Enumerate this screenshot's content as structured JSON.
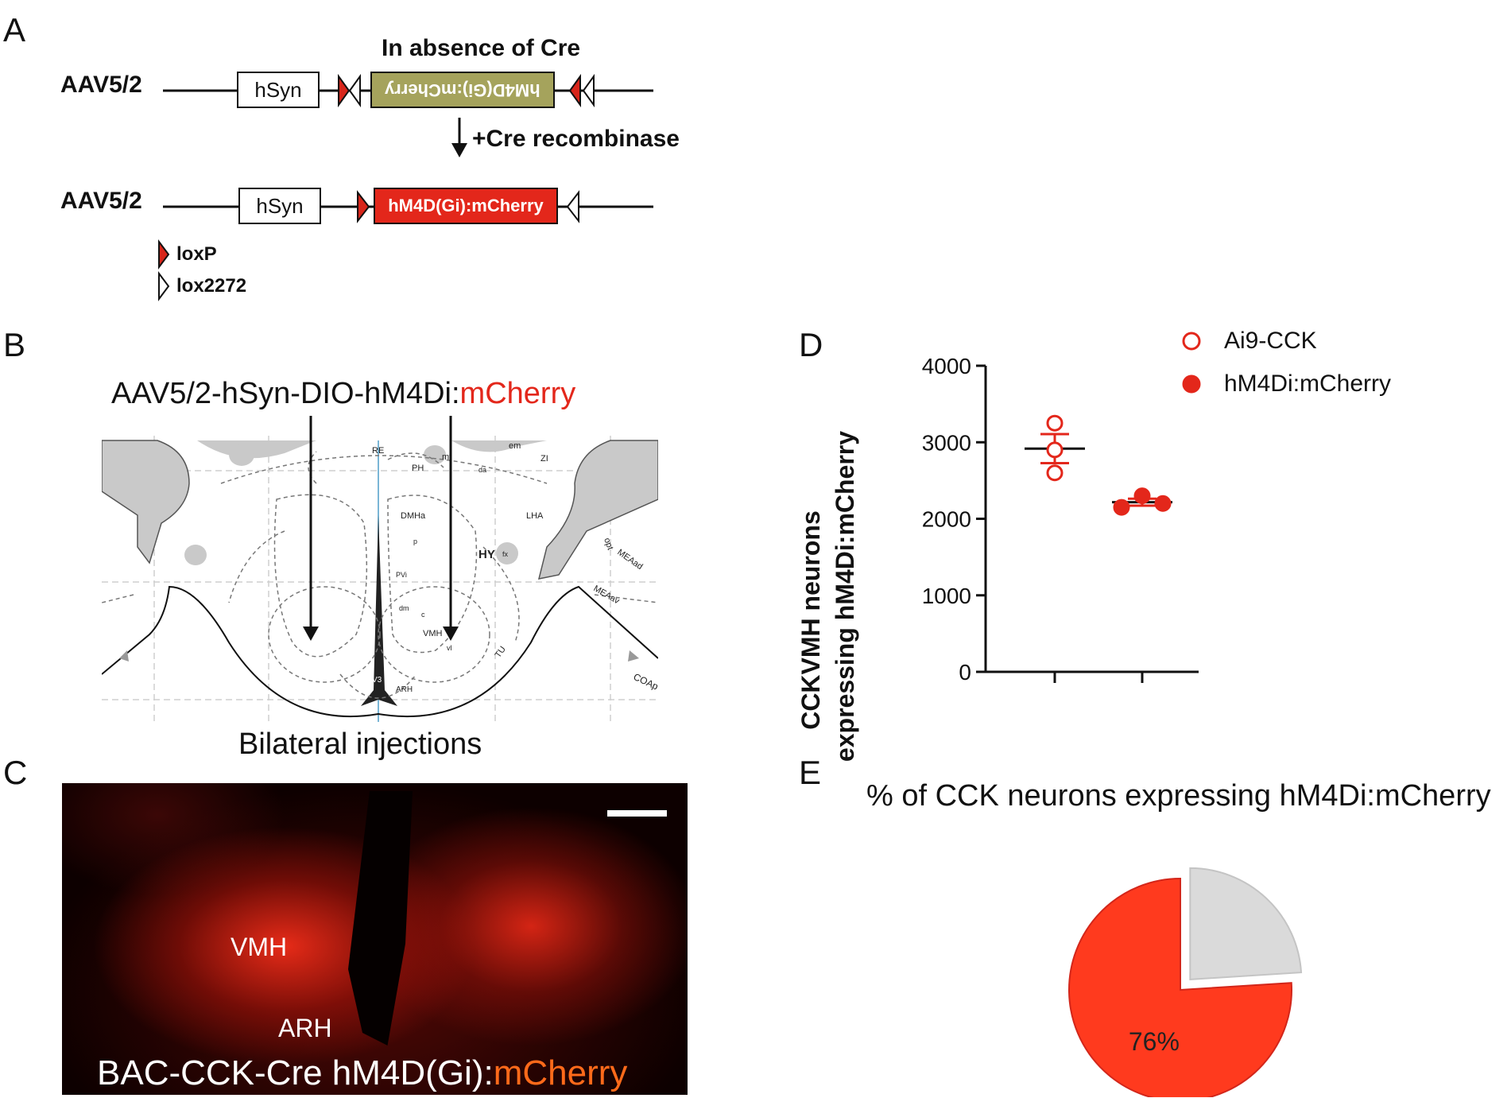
{
  "panels": {
    "a": "A",
    "b": "B",
    "c": "C",
    "d": "D",
    "e": "E"
  },
  "panel_a": {
    "title": "In absence of Cre",
    "vector_label_1": "AAV5/2",
    "vector_label_2": "AAV5/2",
    "promoter_1": "hSyn",
    "promoter_2": "hSyn",
    "gene_inverted": "hM4D(Gi):mCherry",
    "gene": "hM4D(Gi):mCherry",
    "recombinase": "+Cre recombinase",
    "legend_loxp": "loxP",
    "legend_lox2272": "lox2272",
    "colors": {
      "inverted_box": "#a5a35c",
      "gene_box": "#e3271b",
      "loxp": "#d8261b"
    }
  },
  "panel_b": {
    "construct_prefix": "AAV5/2-hSyn-DIO-hM4Di:",
    "construct_suffix": "mCherry",
    "caption": "Bilateral injections",
    "atlas_labels": {
      "re": "RE",
      "em": "em",
      "zi": "ZI",
      "ph": "PH",
      "mt": "mt",
      "da": "da",
      "dmha": "DMHa",
      "lha": "LHA",
      "p": "p",
      "hy": "HY",
      "fx": "fx",
      "opt": "opt",
      "meaad": "MEAad",
      "meaav": "MEAav",
      "pvi": "PVi",
      "dm": "dm",
      "c": "c",
      "vmh": "VMH",
      "vl": "vl",
      "tu": "TU",
      "v3": "V3",
      "arh": "ARH",
      "coa": "COAp"
    }
  },
  "panel_c": {
    "label_vmh": "VMH",
    "label_arh": "ARH",
    "caption_prefix": "BAC-CCK-Cre hM4D(Gi):",
    "caption_suffix": "mCherry",
    "suffix_color": "#ff6a1a"
  },
  "panel_e_title": "% of CCK neurons expressing hM4Di:mCherry",
  "chart_data": [
    {
      "type": "scatter",
      "title": "",
      "ylabel_line1": "CCKVMH neurons",
      "ylabel_line2": "expressing hM4Di:mCherry",
      "xlabel": "",
      "ylim": [
        0,
        4000
      ],
      "yticks": [
        "0",
        "1000",
        "2000",
        "3000",
        "4000"
      ],
      "series": [
        {
          "name": "Ai9-CCK",
          "marker": "open-circle",
          "color": "#e3271b",
          "values": [
            3250,
            2900,
            2600
          ],
          "mean": 2917,
          "sem": 190
        },
        {
          "name": "hM4Di:mCherry",
          "marker": "filled-circle",
          "color": "#e3271b",
          "values": [
            2300,
            2150,
            2200
          ],
          "mean": 2217,
          "sem": 45
        }
      ]
    },
    {
      "type": "pie",
      "title": "% of CCK neurons expressing hM4Di:mCherry",
      "slices": [
        {
          "label": "76%",
          "value": 76,
          "color": "#ff3a1e",
          "stroke": "#d3261a"
        },
        {
          "label": "",
          "value": 24,
          "color": "#dadada",
          "stroke": "#c4c4c4",
          "exploded": true
        }
      ]
    }
  ]
}
